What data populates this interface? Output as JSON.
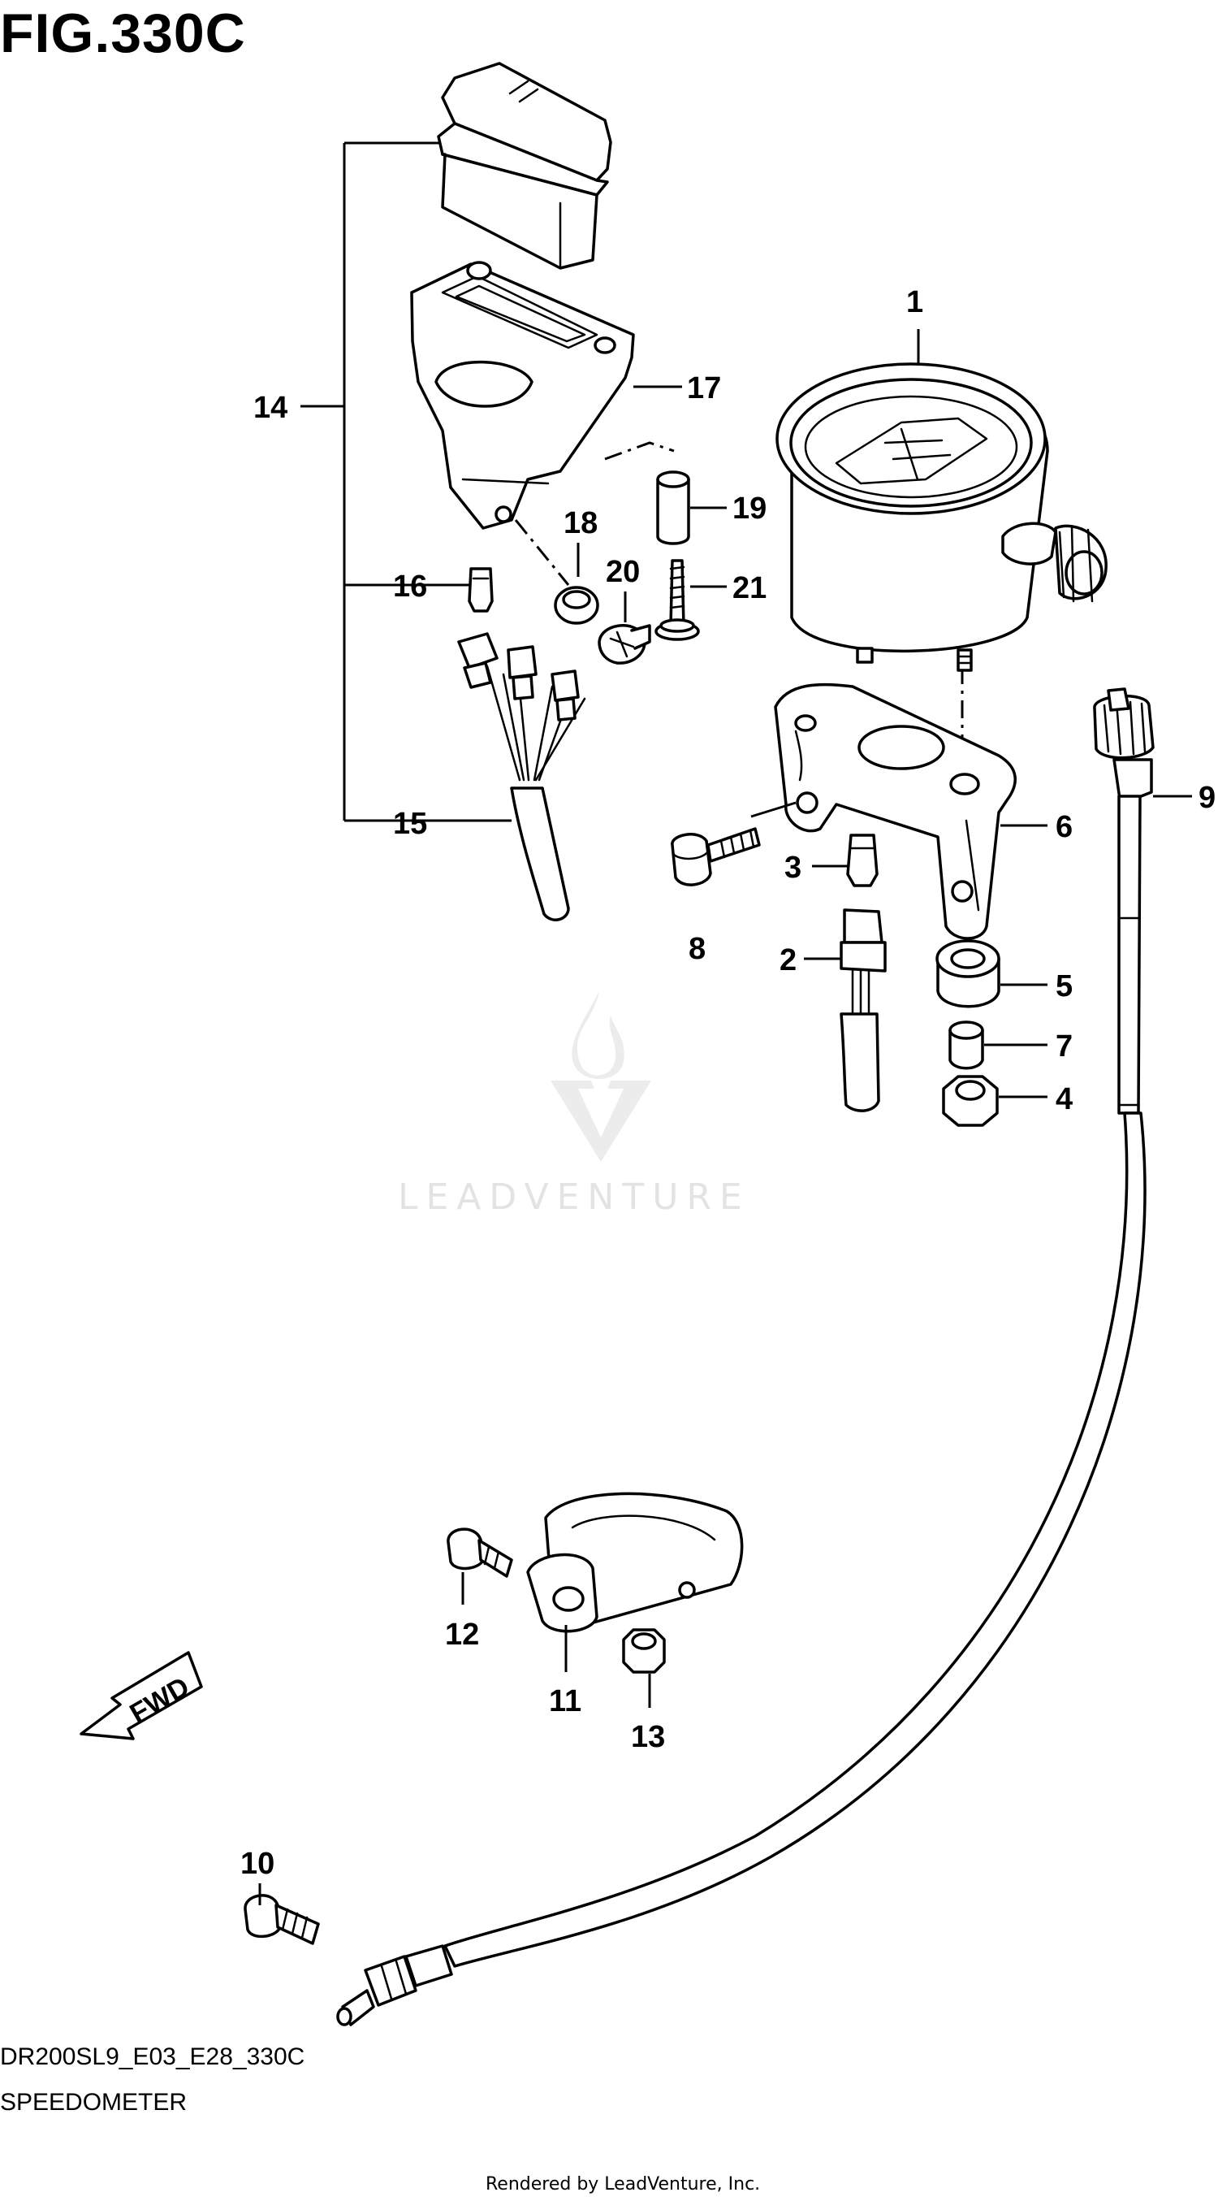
{
  "header": {
    "figure_title": "FIG.330C"
  },
  "callouts": [
    {
      "number": "1"
    },
    {
      "number": "2"
    },
    {
      "number": "3"
    },
    {
      "number": "4"
    },
    {
      "number": "5"
    },
    {
      "number": "6"
    },
    {
      "number": "7"
    },
    {
      "number": "8"
    },
    {
      "number": "9"
    },
    {
      "number": "10"
    },
    {
      "number": "11"
    },
    {
      "number": "12"
    },
    {
      "number": "13"
    },
    {
      "number": "14"
    },
    {
      "number": "15"
    },
    {
      "number": "16"
    },
    {
      "number": "17"
    },
    {
      "number": "18"
    },
    {
      "number": "19"
    },
    {
      "number": "20"
    },
    {
      "number": "21"
    }
  ],
  "direction_badge": {
    "label": "FWD",
    "icon": "forward-arrow-icon"
  },
  "watermark": {
    "text": "LEADVENTURE",
    "icon": "leadventure-flame-logo"
  },
  "footer": {
    "diagram_code": "DR200SL9_E03_E28_330C",
    "diagram_name": "SPEEDOMETER",
    "render_note": "Rendered by LeadVenture, Inc."
  }
}
